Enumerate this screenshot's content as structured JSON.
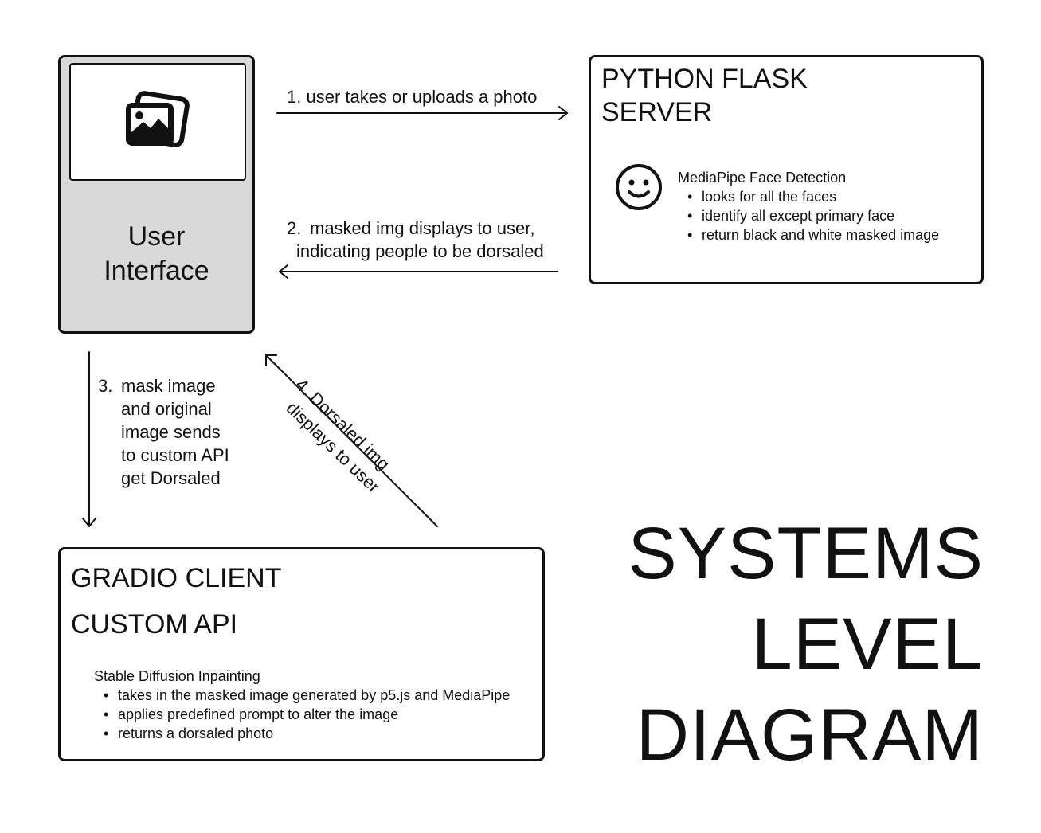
{
  "user_interface": {
    "label": "User\nInterface",
    "icon": "photo-gallery-icon"
  },
  "flask_server": {
    "title": "PYTHON FLASK\nSERVER",
    "icon": "smiley-face-icon",
    "detail_heading": "MediaPipe Face Detection",
    "bullets": [
      "looks for all the faces",
      "identify all except primary face",
      "return black and white masked image"
    ]
  },
  "gradio_client": {
    "title": "GRADIO CLIENT\nCUSTOM API",
    "detail_heading": "Stable Diffusion Inpainting",
    "bullets": [
      "takes in the masked image generated by p5.js and MediaPipe",
      "applies predefined prompt to alter the image",
      "returns a dorsaled photo"
    ]
  },
  "steps": {
    "step1": {
      "number": "1.",
      "text": "user takes or uploads a photo"
    },
    "step2": {
      "number": "2.",
      "line1": "masked img displays to user,",
      "line2": "indicating people to be dorsaled"
    },
    "step3": {
      "number": "3.",
      "text": "mask image\nand original\nimage sends\nto custom API\nget Dorsaled"
    },
    "step4": {
      "line1": "4. Dorsaled img",
      "line2": "displays to user"
    }
  },
  "diagram_title": "SYSTEMS\nLEVEL\nDIAGRAM",
  "colors": {
    "stroke": "#111111",
    "ui_fill": "#d9d9d9",
    "background": "#ffffff"
  }
}
